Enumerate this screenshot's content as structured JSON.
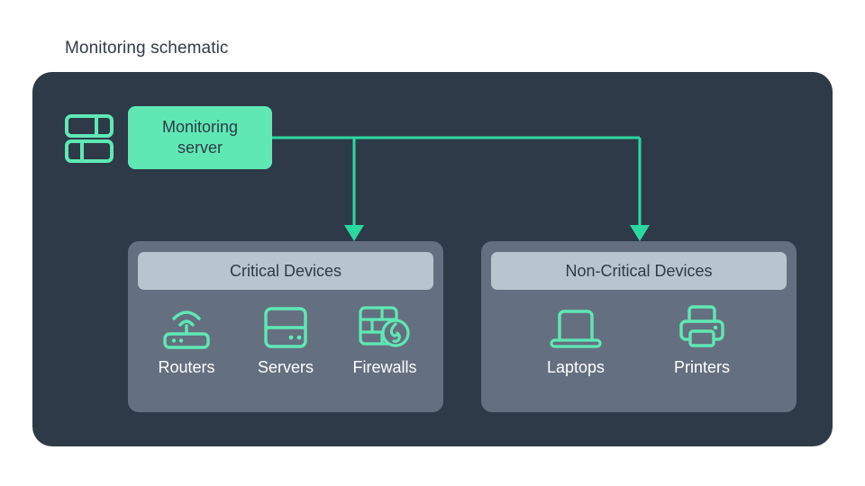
{
  "page": {
    "title": "Monitoring schematic",
    "background": "#ffffff"
  },
  "colors": {
    "card_background": "#2e3a47",
    "accent_green": "#5fe8b4",
    "panel_background": "#647080",
    "panel_header": "#b8c4ce",
    "title_text": "#2f3b48",
    "label_text": "#ffffff"
  },
  "diagram": {
    "type": "flowchart",
    "source": {
      "label": "Monitoring\nserver",
      "label_line1": "Monitoring",
      "label_line2": "server",
      "icon": "server-rack-icon"
    },
    "connector": {
      "style": "orthogonal",
      "arrow_count": 2,
      "color": "#2bd9a0"
    },
    "groups": [
      {
        "id": "critical",
        "header": "Critical Devices",
        "devices": [
          {
            "label": "Routers",
            "icon": "router-icon"
          },
          {
            "label": "Servers",
            "icon": "server-icon"
          },
          {
            "label": "Firewalls",
            "icon": "firewall-icon"
          }
        ]
      },
      {
        "id": "non-critical",
        "header": "Non-Critical Devices",
        "devices": [
          {
            "label": "Laptops",
            "icon": "laptop-icon"
          },
          {
            "label": "Printers",
            "icon": "printer-icon"
          }
        ]
      }
    ]
  }
}
